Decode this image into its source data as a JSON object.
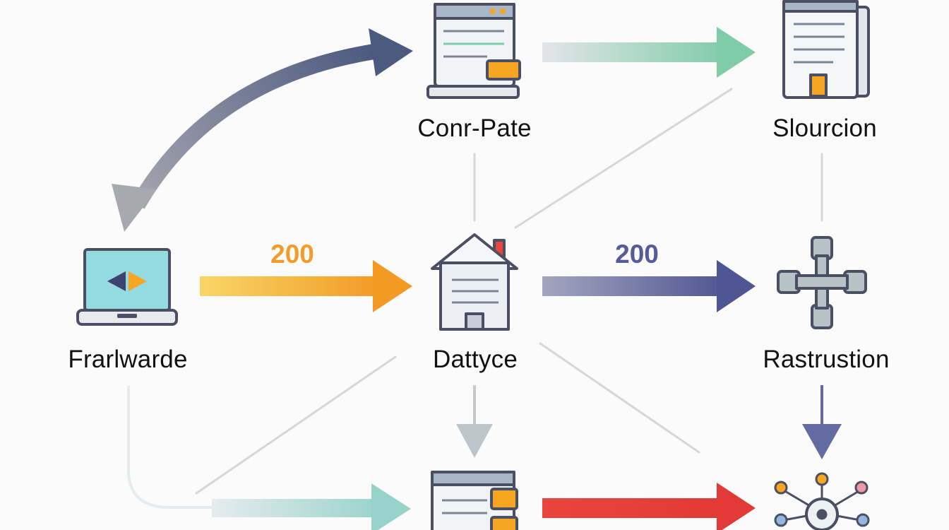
{
  "nodes": [
    {
      "id": "conr-pate",
      "label": "Conr-Pate",
      "icon": "web-page-icon"
    },
    {
      "id": "slourcion",
      "label": "Slourcion",
      "icon": "document-icon"
    },
    {
      "id": "frarlwarde",
      "label": "Frarlwarde",
      "icon": "laptop-icon"
    },
    {
      "id": "dattyce",
      "label": "Dattyce",
      "icon": "house-icon"
    },
    {
      "id": "rastrustion",
      "label": "Rastrustion",
      "icon": "connector-icon"
    },
    {
      "id": "bottom-doc",
      "label": "",
      "icon": "flowchart-document-icon"
    },
    {
      "id": "bottom-hub",
      "label": "",
      "icon": "network-hub-icon"
    }
  ],
  "edges": [
    {
      "from": "frarlwarde",
      "to": "dattyce",
      "label": "200",
      "color": "#f29d2b"
    },
    {
      "from": "dattyce",
      "to": "rastrustion",
      "label": "200",
      "color": "#565c9a"
    },
    {
      "from": "conr-pate",
      "to": "slourcion",
      "label": "",
      "color": "#86ccad"
    },
    {
      "from": "conr-pate",
      "to": "frarlwarde",
      "label": "",
      "color": "#9c9ca6"
    },
    {
      "from": "frarlwarde",
      "to": "conr-pate",
      "label": "",
      "color": "#4f5d80"
    },
    {
      "from": "bottom-doc",
      "to": "bottom-hub",
      "label": "",
      "color": "#e8453d"
    },
    {
      "from": "frarlwarde",
      "to": "bottom-doc",
      "label": "",
      "color": "#98d3cb"
    },
    {
      "from": "dattyce",
      "to": "bottom-doc",
      "label": "",
      "color": "#bcc6ca"
    },
    {
      "from": "rastrustion",
      "to": "bottom-hub",
      "label": "",
      "color": "#646ba2"
    }
  ],
  "colors": {
    "accent_orange": "#f6a623",
    "accent_navy": "#3d4270",
    "screen_teal": "#93dbe0",
    "icon_outline": "#4a4f63"
  }
}
